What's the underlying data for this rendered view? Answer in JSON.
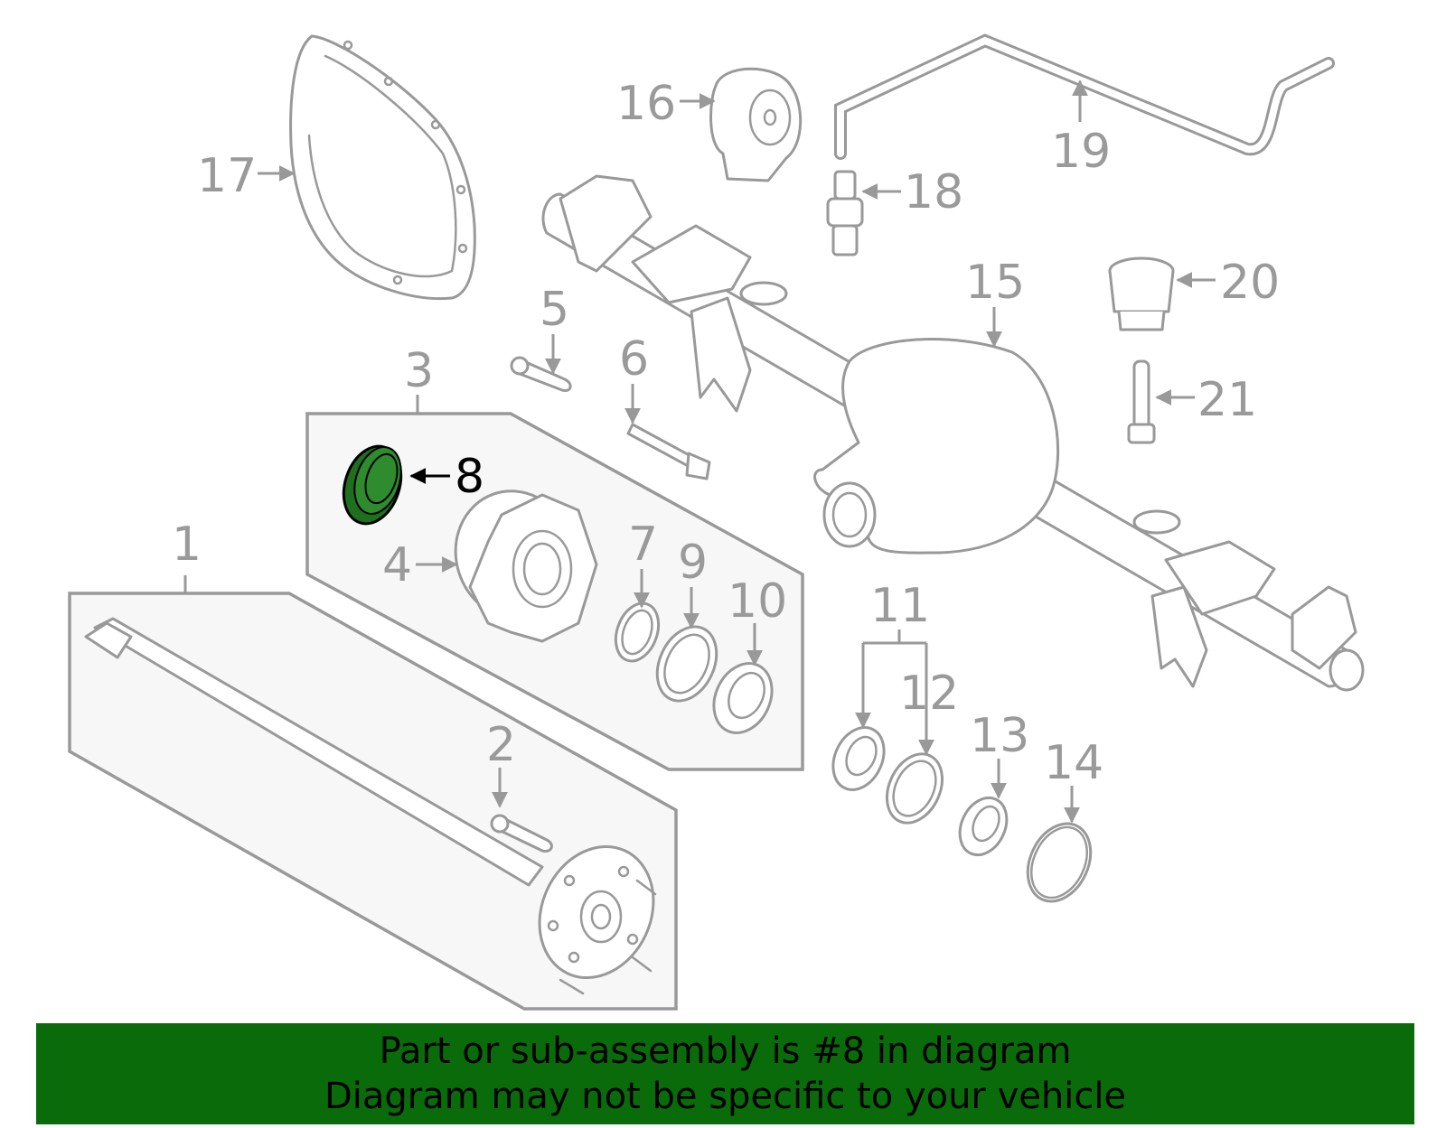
{
  "callouts": {
    "c1": "1",
    "c2": "2",
    "c3": "3",
    "c4": "4",
    "c5": "5",
    "c6": "6",
    "c7": "7",
    "c8": "8",
    "c9": "9",
    "c10": "10",
    "c11": "11",
    "c12": "12",
    "c13": "13",
    "c14": "14",
    "c15": "15",
    "c16": "16",
    "c17": "17",
    "c18": "18",
    "c19": "19",
    "c20": "20",
    "c21": "21"
  },
  "highlight": {
    "part": "8",
    "color": "#1f6f1f"
  },
  "banner": {
    "line1": "Part or sub-assembly is #8 in diagram",
    "line2": "Diagram may not be specific to your vehicle",
    "color": "#0a6b0a"
  }
}
